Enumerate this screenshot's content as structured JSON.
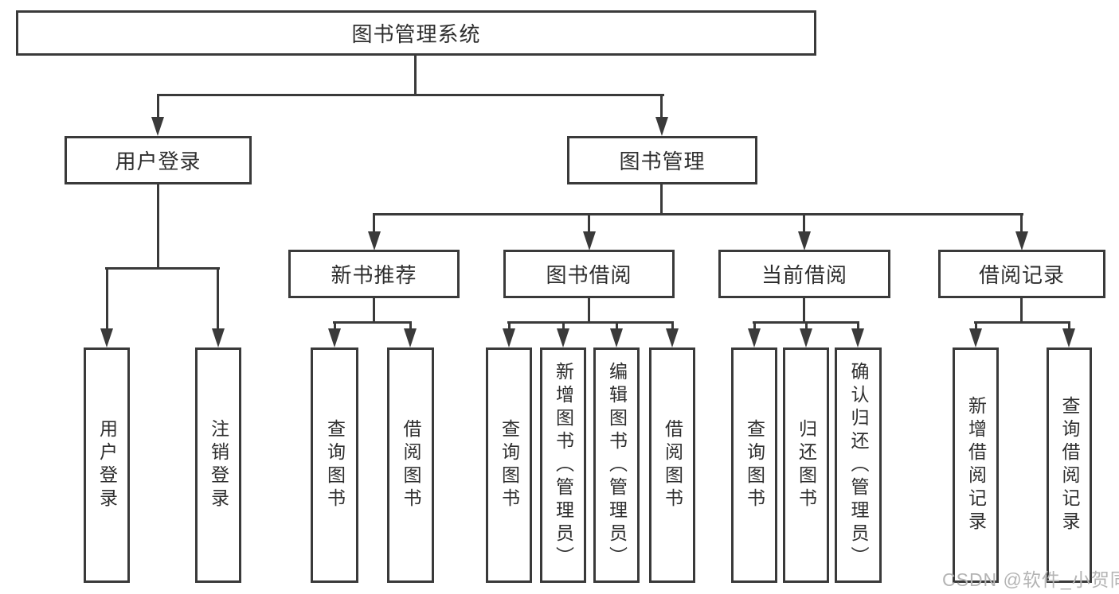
{
  "diagram": {
    "type": "tree",
    "colors": {
      "stroke": "#3a3a3a",
      "text": "#2e2e2e",
      "background": "#ffffff",
      "watermark_text": "#b4b4b4"
    },
    "watermark": "CSDN @软件_小贺同学",
    "nodes": {
      "root": {
        "label": "图书管理系统"
      },
      "level2": [
        {
          "id": "user_login",
          "label": "用户登录"
        },
        {
          "id": "book_management",
          "label": "图书管理"
        }
      ],
      "level3": [
        {
          "id": "new_book",
          "label": "新书推荐",
          "parent": "book_management"
        },
        {
          "id": "book_borrow",
          "label": "图书借阅",
          "parent": "book_management"
        },
        {
          "id": "current_borrow",
          "label": "当前借阅",
          "parent": "book_management"
        },
        {
          "id": "borrow_record",
          "label": "借阅记录",
          "parent": "book_management"
        }
      ],
      "leaves": {
        "user_login": [
          "用户登录",
          "注销登录"
        ],
        "new_book": [
          "查询图书",
          "借阅图书"
        ],
        "book_borrow": [
          "查询图书",
          "新增图书（管理员）",
          "编辑图书（管理员）",
          "借阅图书"
        ],
        "current_borrow": [
          "查询图书",
          "归还图书",
          "确认归还（管理员）"
        ],
        "borrow_record": [
          "新增借阅记录",
          "查询借阅记录"
        ]
      }
    }
  }
}
